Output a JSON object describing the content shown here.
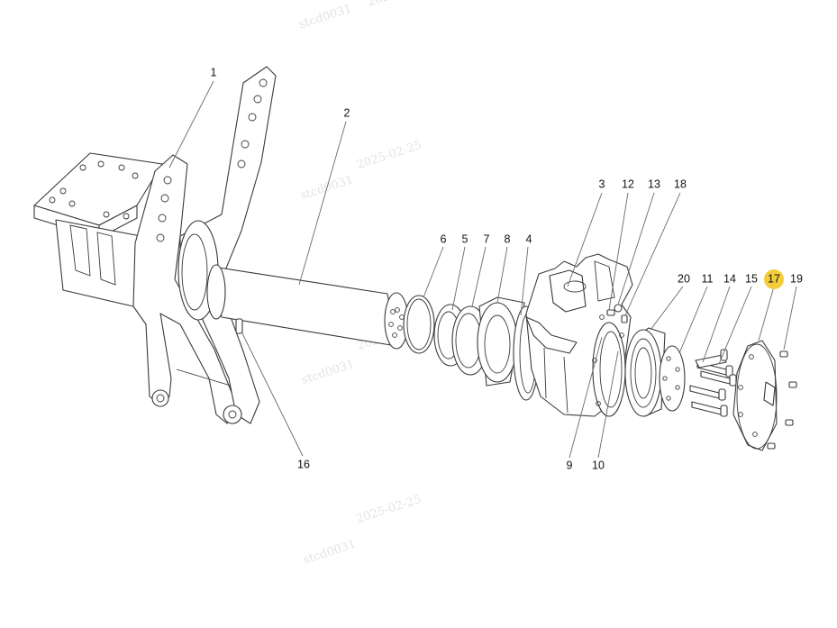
{
  "accent_color": "#f5cc3a",
  "selected_callout": "17",
  "watermark": {
    "user": "stcd0031",
    "date": "2025-02-25"
  },
  "callouts": [
    "1",
    "2",
    "3",
    "4",
    "5",
    "6",
    "7",
    "8",
    "9",
    "10",
    "11",
    "12",
    "13",
    "14",
    "15",
    "16",
    "17",
    "18",
    "19",
    "20"
  ]
}
